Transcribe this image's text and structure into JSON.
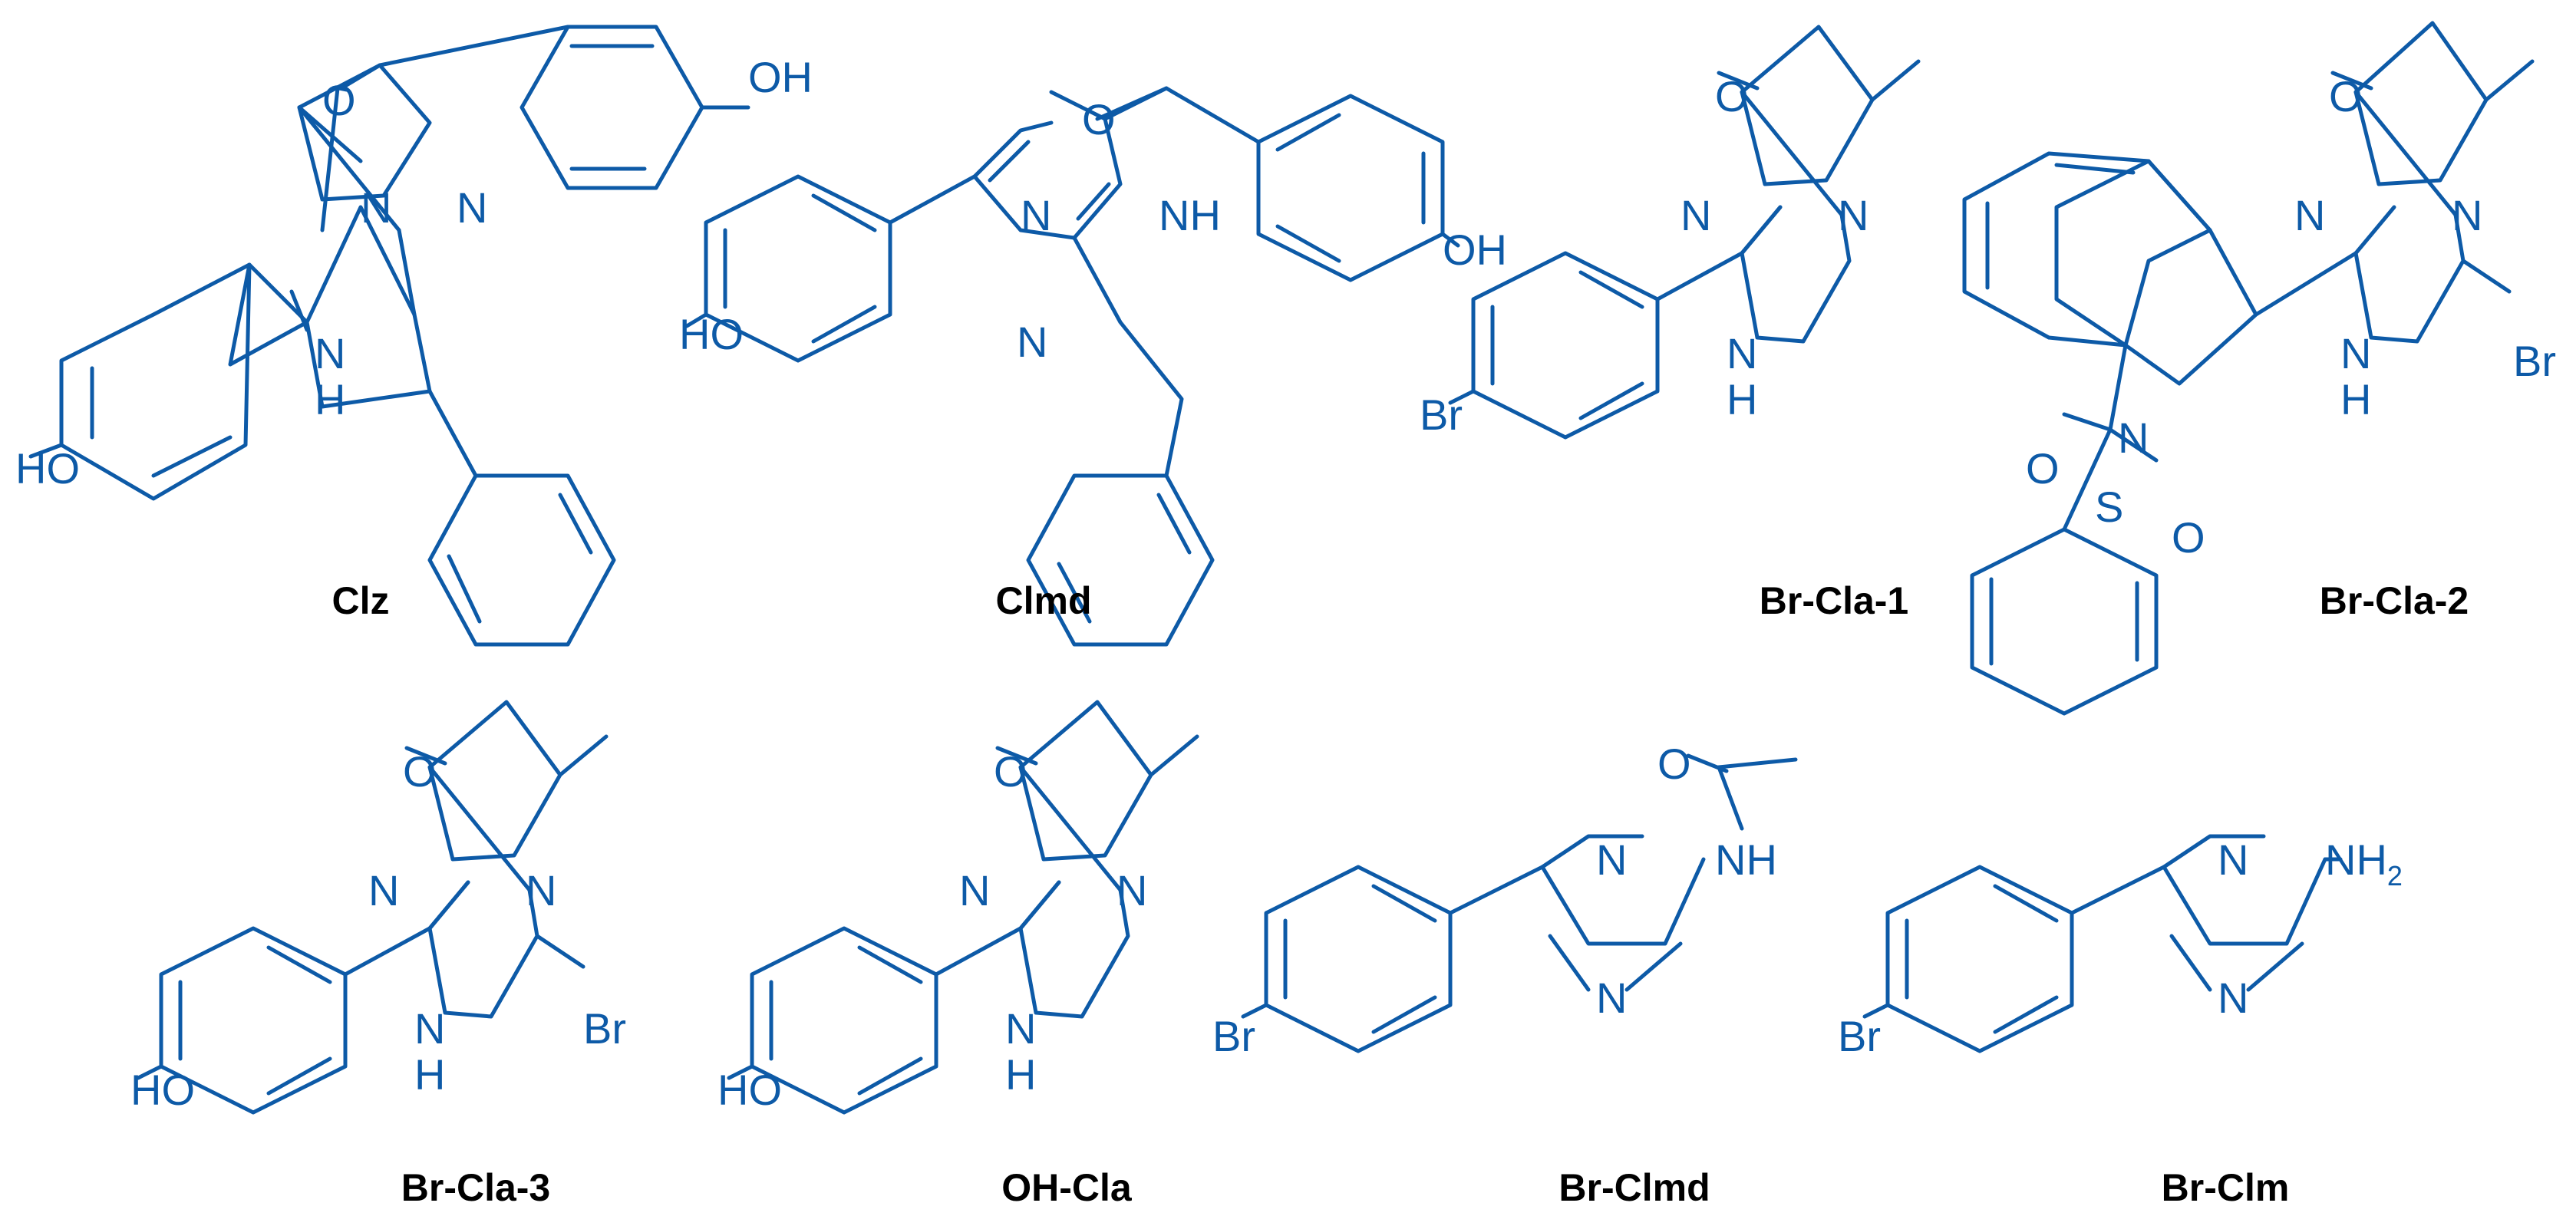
{
  "colors": {
    "structure": "#0d5aa7",
    "caption": "#000000",
    "background": "#ffffff"
  },
  "compounds": [
    {
      "name": "Clz",
      "atoms": [
        "O",
        "OH",
        "N",
        "N",
        "N",
        "H",
        "HO"
      ]
    },
    {
      "name": "Clmd",
      "atoms": [
        "O",
        "NH",
        "N",
        "N",
        "OH",
        "HO"
      ]
    },
    {
      "name": "Br-Cla-1",
      "atoms": [
        "O",
        "N",
        "N",
        "N",
        "H",
        "Br"
      ]
    },
    {
      "name": "Br-Cla-2",
      "atoms": [
        "O",
        "N",
        "N",
        "N",
        "H",
        "Br",
        "N",
        "O",
        "S",
        "O"
      ]
    },
    {
      "name": "Br-Cla-3",
      "atoms": [
        "O",
        "N",
        "N",
        "N",
        "H",
        "Br",
        "HO"
      ]
    },
    {
      "name": "OH-Cla",
      "atoms": [
        "O",
        "N",
        "N",
        "N",
        "H",
        "HO"
      ]
    },
    {
      "name": "Br-Clmd",
      "atoms": [
        "O",
        "NH",
        "N",
        "N",
        "Br"
      ]
    },
    {
      "name": "Br-Clm",
      "atoms": [
        "N",
        "NH",
        "2",
        "N",
        "Br"
      ]
    }
  ]
}
